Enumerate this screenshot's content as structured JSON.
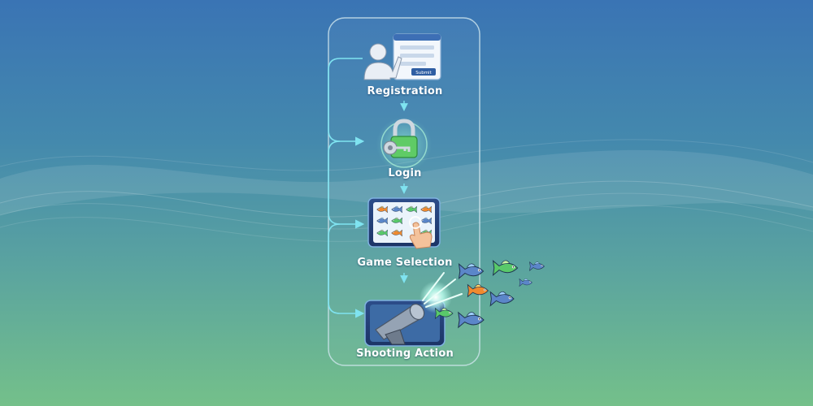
{
  "diagram": {
    "steps": [
      {
        "label": "Registration",
        "icon": "registration-form-icon"
      },
      {
        "label": "Login",
        "icon": "padlock-key-icon"
      },
      {
        "label": "Game Selection",
        "icon": "fish-game-grid-icon"
      },
      {
        "label": "Shooting Action",
        "icon": "fish-cannon-icon"
      }
    ],
    "registration_form": {
      "submit_label": "Submit"
    }
  },
  "colors": {
    "connector": "#7fe3f0",
    "panel_border": "#cfe6ee",
    "accent_green": "#59c96a",
    "fish_blue": "#5b86c9",
    "fish_orange": "#f08a2e"
  }
}
